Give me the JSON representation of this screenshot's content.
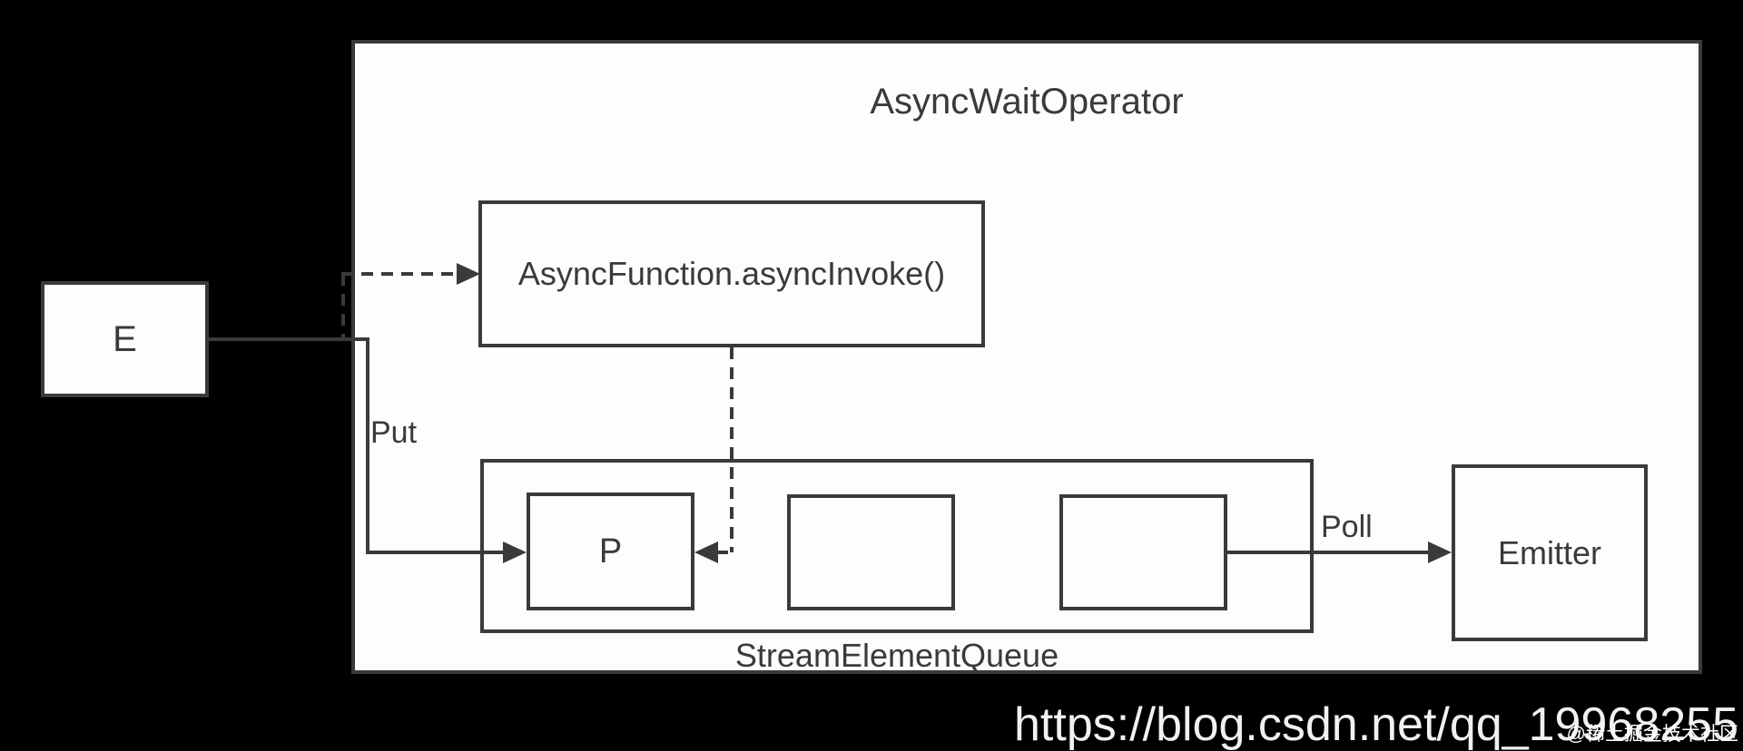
{
  "page": {
    "background_color": "#000000",
    "panel_color": "#fdfdfd",
    "line_color": "#3a3a3a"
  },
  "diagram": {
    "title": "AsyncWaitOperator",
    "nodes": {
      "input": {
        "label": "E"
      },
      "async_function": {
        "label": "AsyncFunction.asyncInvoke()"
      },
      "queue": {
        "label": "StreamElementQueue"
      },
      "slot_p": {
        "label": "P"
      },
      "emitter": {
        "label": "Emitter"
      }
    },
    "edge_labels": {
      "put": "Put",
      "poll": "Poll"
    }
  },
  "watermark": {
    "url": "https://blog.csdn.net/qq_19968255",
    "badge": "@稀土掘金技术社区"
  }
}
